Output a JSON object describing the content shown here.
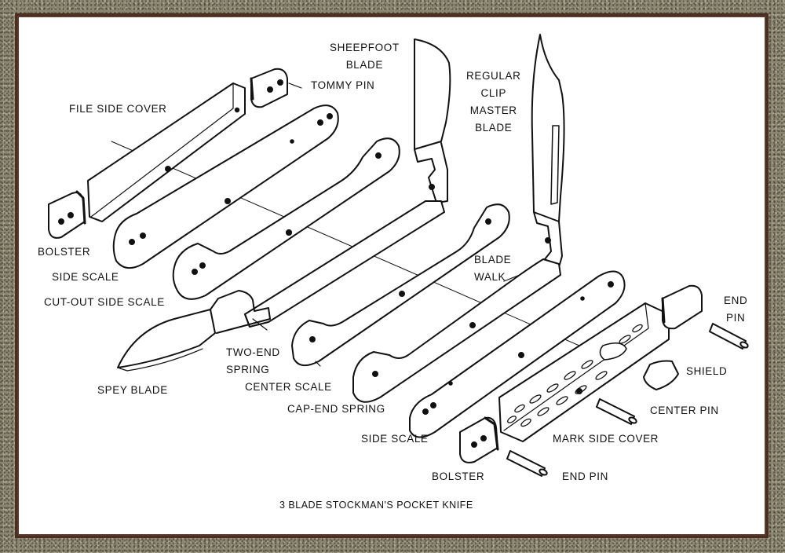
{
  "labels": {
    "sheepfoot": [
      "SHEEPFOOT",
      "BLADE"
    ],
    "regular_clip": [
      "REGULAR",
      "CLIP",
      "MASTER",
      "BLADE"
    ],
    "tommy_pin": "TOMMY PIN",
    "file_side_cover": "FILE SIDE COVER",
    "bolster_left": "BOLSTER",
    "side_scale_left": "SIDE SCALE",
    "cut_out_side_scale": "CUT-OUT SIDE SCALE",
    "spey_blade": "SPEY BLADE",
    "two_end_spring": [
      "TWO-END",
      "SPRING"
    ],
    "center_scale": "CENTER SCALE",
    "cap_end_spring": "CAP-END SPRING",
    "blade_walk": [
      "BLADE",
      "WALK"
    ],
    "end_pin_right": [
      "END",
      "PIN"
    ],
    "shield": "SHIELD",
    "center_pin": "CENTER PIN",
    "mark_side_cover": "MARK SIDE COVER",
    "side_scale_right": "SIDE SCALE",
    "bolster_right": "BOLSTER",
    "end_pin_bottom": "END PIN"
  },
  "caption": "3 BLADE STOCKMAN'S POCKET KNIFE",
  "colors": {
    "ink": "#111111",
    "paper": "#ffffff",
    "frame": "#8b8672",
    "border": "#4b2d22"
  }
}
